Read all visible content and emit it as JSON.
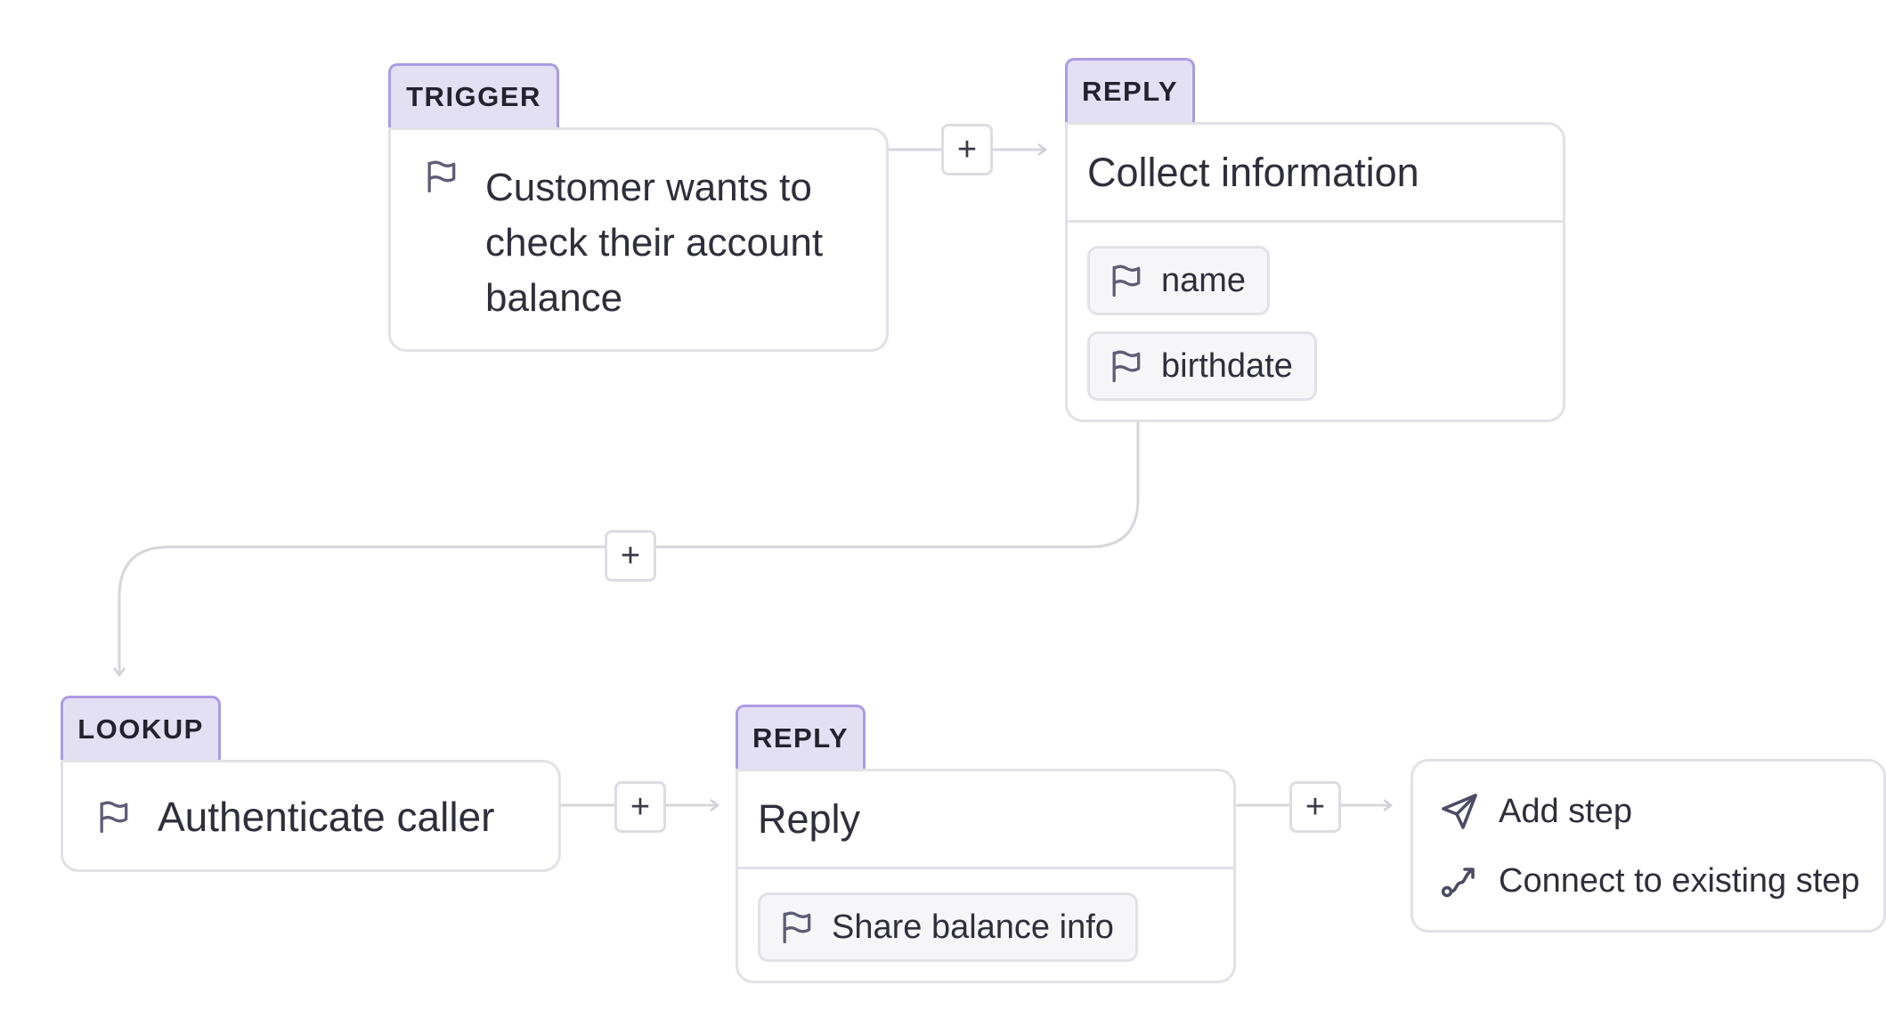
{
  "nodes": {
    "trigger": {
      "tag": "TRIGGER",
      "text": "Customer wants to check their account balance"
    },
    "collect": {
      "tag": "REPLY",
      "title": "Collect information",
      "fields": [
        "name",
        "birthdate"
      ]
    },
    "lookup": {
      "tag": "LOOKUP",
      "text": "Authenticate caller"
    },
    "reply": {
      "tag": "REPLY",
      "title": "Reply",
      "fields": [
        "Share balance info"
      ]
    }
  },
  "add_step_menu": {
    "items": [
      {
        "label": "Add step",
        "icon": "send-icon"
      },
      {
        "label": "Connect to existing step",
        "icon": "route-icon"
      }
    ]
  },
  "controls": {
    "plus_label": "+"
  },
  "icons": {
    "field": "flag-icon"
  },
  "colors": {
    "tag_bg": "#e4e0f4",
    "tag_border": "#ab9ce6",
    "card_border": "#e2e1e7",
    "connector": "#d6d6dc"
  }
}
